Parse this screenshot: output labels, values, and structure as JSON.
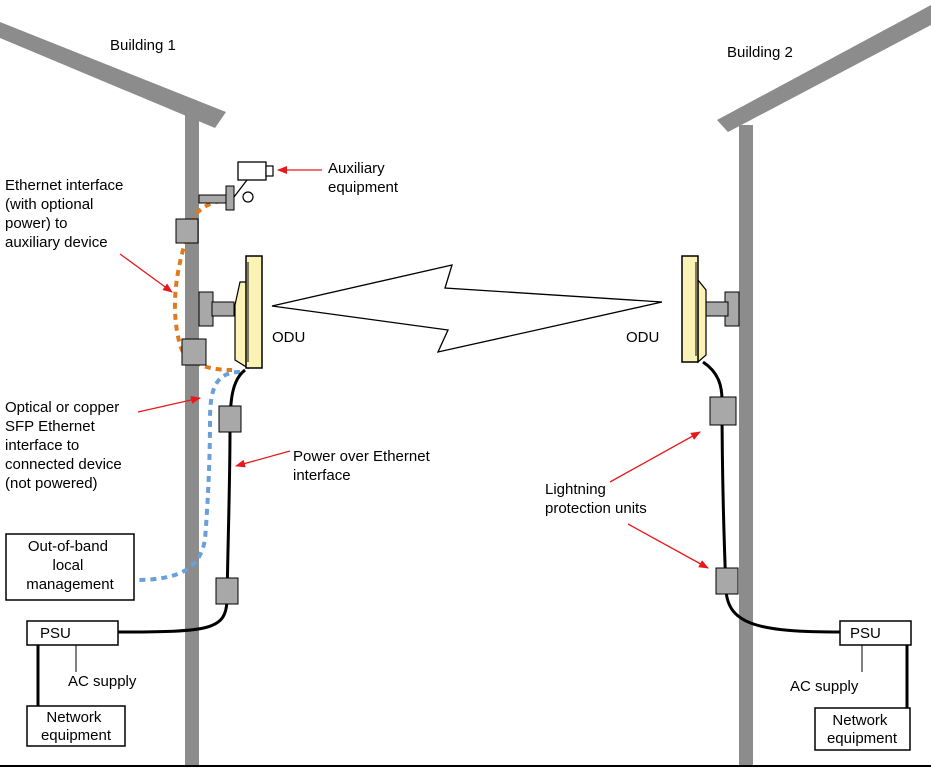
{
  "colors": {
    "structure": "#8c8c8c",
    "lpu_fill": "#a8a8a8",
    "cable_power": "#000000",
    "cable_aux": "#e07a1f",
    "cable_sfp": "#6a9fdc",
    "callout_arrow": "#e8191d",
    "odu_fill": "#fbf3b5"
  },
  "icons": [
    "camera-icon",
    "odu-antenna-icon",
    "lightning-bolt-icon"
  ],
  "buildings": {
    "left": {
      "label": "Building 1"
    },
    "right": {
      "label": "Building 2"
    }
  },
  "odu_left_label": "ODU",
  "odu_right_label": "ODU",
  "labels": {
    "aux_equipment": [
      "Auxiliary",
      "equipment"
    ],
    "ethernet_interface": [
      "Ethernet interface",
      "(with optional",
      "power) to",
      "auxiliary device"
    ],
    "sfp_interface": [
      "Optical or copper",
      "SFP Ethernet",
      "interface to",
      "connected device",
      "(not powered)"
    ],
    "poe_interface": [
      "Power over Ethernet",
      "interface"
    ],
    "lightning_units": [
      "Lightning",
      "protection units"
    ],
    "out_of_band": [
      "Out-of-band",
      "local",
      "management"
    ]
  },
  "psu_left": "PSU",
  "psu_right": "PSU",
  "ac_left": "AC supply",
  "ac_right": "AC supply",
  "network_left": [
    "Network",
    "equipment"
  ],
  "network_right": [
    "Network",
    "equipment"
  ]
}
